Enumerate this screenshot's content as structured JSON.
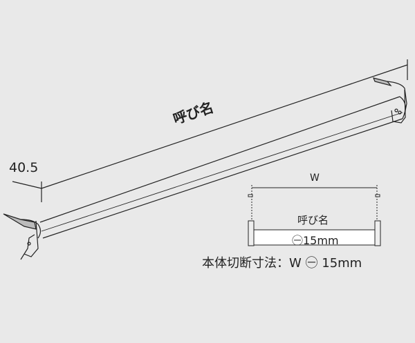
{
  "diagram": {
    "rod_label": "呼び名",
    "height_dimension": "40.5",
    "width_label": "W",
    "detail_label": "呼び名",
    "detail_deduction": "㊀15mm",
    "cut_size_text": "本体切断寸法：W ㊀ 15mm"
  }
}
